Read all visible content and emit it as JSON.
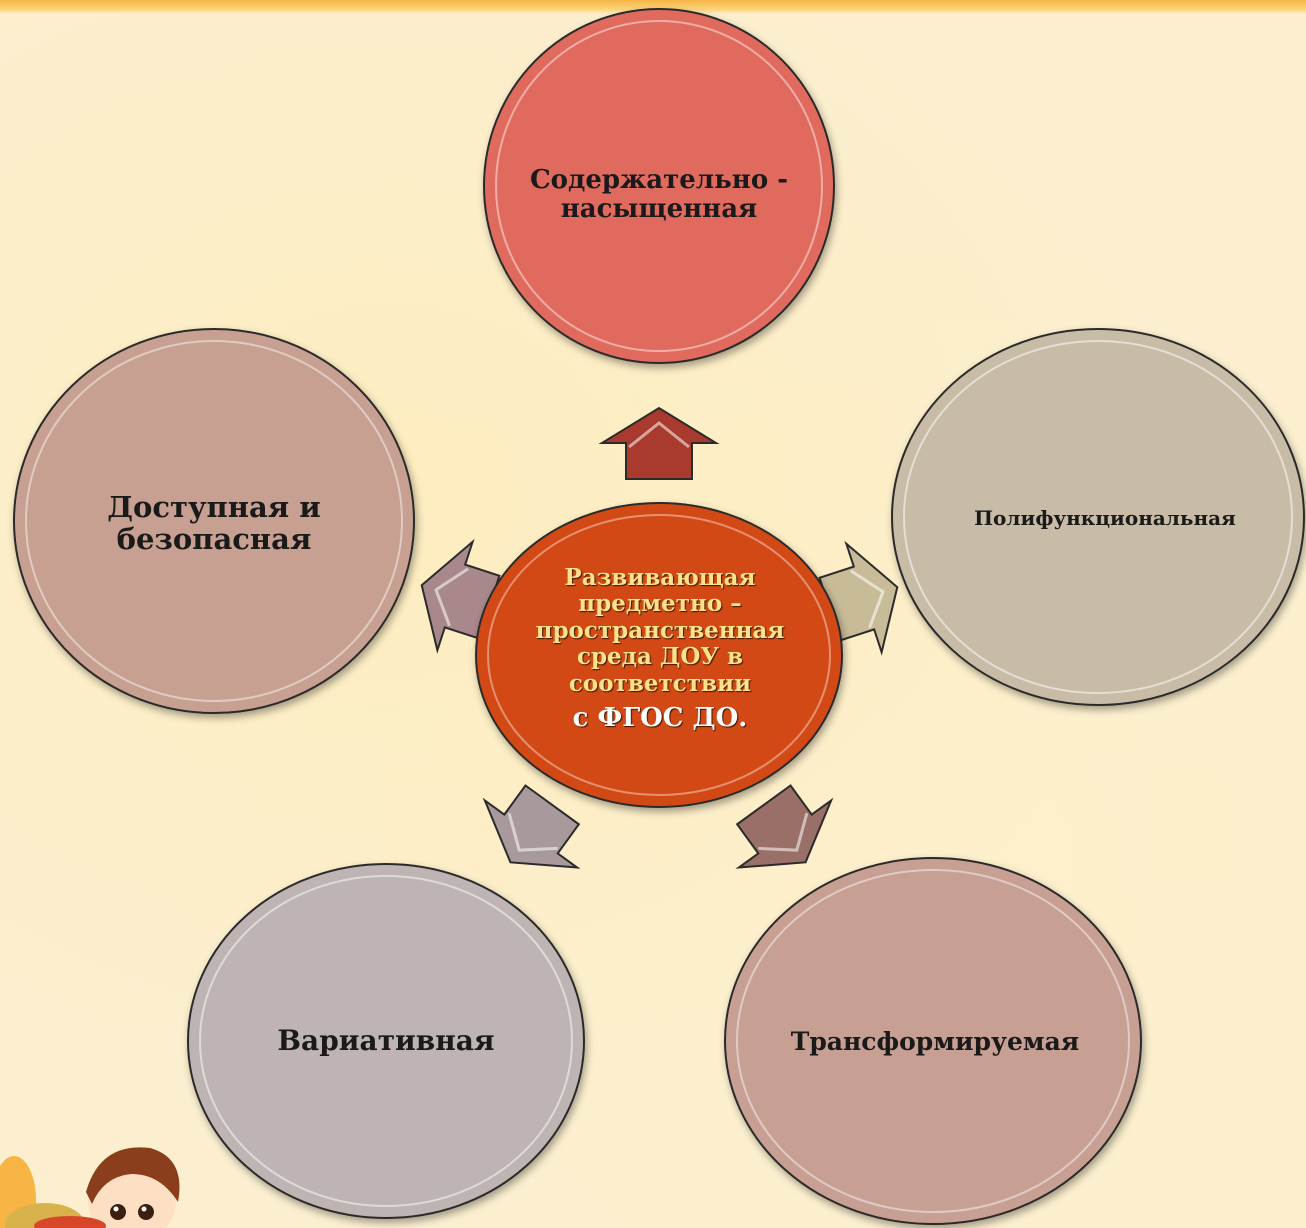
{
  "center": {
    "main": "Развивающая\nпредметно –\nпространственная\nсреда ДОУ в\nсоответствии",
    "tail": "с ФГОС ДО."
  },
  "nodes": [
    {
      "id": "content-rich",
      "label": "Содержательно -\nнасыщенная",
      "color": "#e16b5e"
    },
    {
      "id": "polyfunctional",
      "label": "Полифункциональная",
      "color": "#c8bca7"
    },
    {
      "id": "transformable",
      "label": "Трансформируемая",
      "color": "#c79f93"
    },
    {
      "id": "variative",
      "label": "Вариативная",
      "color": "#bfb4b4"
    },
    {
      "id": "accessible-safe",
      "label": "Доступная и\nбезопасная",
      "color": "#c7a091"
    }
  ],
  "center_color": "#d34a17",
  "arrow_colors": [
    "#a93a2e",
    "#c8bc98",
    "#9a6f68",
    "#a89a9c",
    "#a8888a"
  ]
}
